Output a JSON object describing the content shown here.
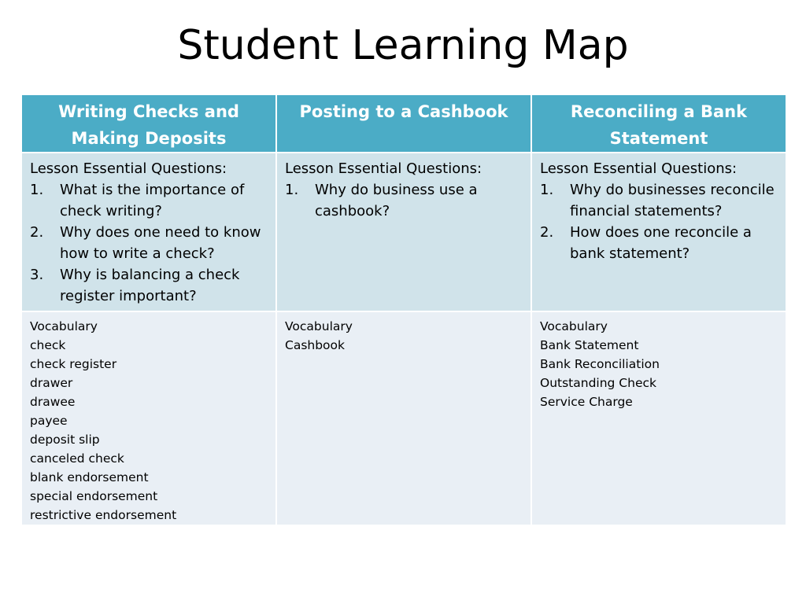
{
  "slide": {
    "title": "Student Learning Map"
  },
  "columns": [
    {
      "header": "Writing Checks and Making Deposits",
      "questions_label": "Lesson Essential Questions:",
      "questions": [
        {
          "num": "1.",
          "text": "What is the importance of check writing?"
        },
        {
          "num": "2.",
          "text": " Why does one need to know how to write a check?"
        },
        {
          "num": "3.",
          "text": " Why is balancing a check register important?"
        }
      ],
      "vocabulary_label": "Vocabulary",
      "vocabulary": [
        "check",
        "check register",
        "drawer",
        "drawee",
        "payee",
        "deposit slip",
        "canceled check",
        "blank endorsement",
        "special endorsement",
        "restrictive endorsement"
      ]
    },
    {
      "header": "Posting to a Cashbook",
      "questions_label": "Lesson Essential Questions:",
      "questions": [
        {
          "num": "1.",
          "text": "Why do business use a cashbook?"
        }
      ],
      "vocabulary_label": "Vocabulary",
      "vocabulary": [
        "Cashbook"
      ]
    },
    {
      "header": "Reconciling a Bank Statement",
      "questions_label": "Lesson Essential Questions:",
      "questions": [
        {
          "num": "1.",
          "text": "Why do businesses reconcile financial statements?"
        },
        {
          "num": "2.",
          "text": " How does one reconcile a bank statement?"
        }
      ],
      "vocabulary_label": "Vocabulary",
      "vocabulary": [
        "Bank Statement",
        "Bank Reconciliation",
        "Outstanding Check",
        "Service Charge"
      ]
    }
  ],
  "colors": {
    "header_bg": "#4bacc6",
    "questions_bg": "#d0e3ea",
    "vocabulary_bg": "#e9eff5"
  }
}
